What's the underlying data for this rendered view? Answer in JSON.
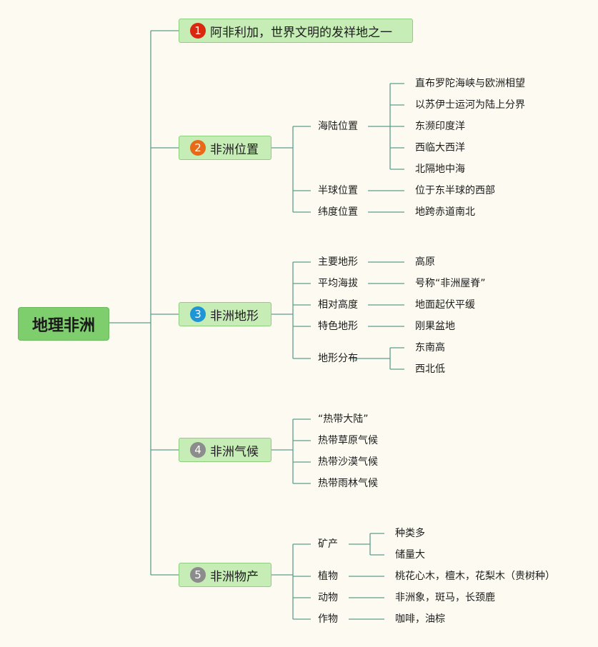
{
  "root": {
    "label": "地理非洲"
  },
  "topics": [
    {
      "num": "1",
      "label": "阿非利加，世界文明的发祥地之一",
      "badge_color": "#d9280f"
    },
    {
      "num": "2",
      "label": "非洲位置",
      "badge_color": "#e66a17"
    },
    {
      "num": "3",
      "label": "非洲地形",
      "badge_color": "#1e96d6"
    },
    {
      "num": "4",
      "label": "非洲气候",
      "badge_color": "#8c8c8c"
    },
    {
      "num": "5",
      "label": "非洲物产",
      "badge_color": "#8c8c8c"
    }
  ],
  "position": {
    "items": [
      {
        "label": "海陆位置",
        "details": [
          "直布罗陀海峡与欧洲相望",
          "以苏伊士运河为陆上分界",
          "东濒印度洋",
          "西临大西洋",
          "北隔地中海"
        ]
      },
      {
        "label": "半球位置",
        "details": [
          "位于东半球的西部"
        ]
      },
      {
        "label": "纬度位置",
        "details": [
          "地跨赤道南北"
        ]
      }
    ]
  },
  "terrain": {
    "items": [
      {
        "label": "主要地形",
        "details": [
          "高原"
        ]
      },
      {
        "label": "平均海拔",
        "details": [
          "号称“非洲屋脊”"
        ]
      },
      {
        "label": "相对高度",
        "details": [
          "地面起伏平缓"
        ]
      },
      {
        "label": "特色地形",
        "details": [
          "刚果盆地"
        ]
      },
      {
        "label": "地形分布",
        "details": [
          "东南高",
          "西北低"
        ]
      }
    ]
  },
  "climate": {
    "items": [
      "“热带大陆”",
      "热带草原气候",
      "热带沙漠气候",
      "热带雨林气候"
    ]
  },
  "products": {
    "items": [
      {
        "label": "矿产",
        "details": [
          "种类多",
          "储量大"
        ]
      },
      {
        "label": "植物",
        "details": [
          "桃花心木，檀木，花梨木（贵树种）"
        ]
      },
      {
        "label": "动物",
        "details": [
          "非洲象，斑马，长颈鹿"
        ]
      },
      {
        "label": "作物",
        "details": [
          "咖啡，油棕"
        ]
      }
    ]
  },
  "colors": {
    "line": "#5e9e8e",
    "root_fill": "#7ece6e",
    "topic_fill": "#c6edb5",
    "background": "#fdfbf1"
  }
}
